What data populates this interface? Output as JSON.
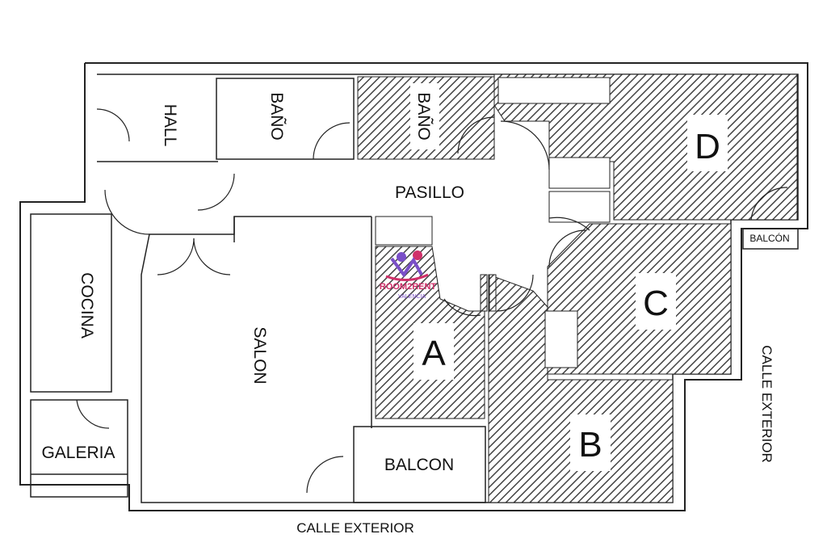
{
  "rooms": {
    "bano1": "BAÑO",
    "bano2": "BAÑO",
    "hall": "HALL",
    "pasillo": "PASILLO",
    "cocina": "COCINA",
    "salon": "SALON",
    "galeria": "GALERIA",
    "balcon": "BALCON",
    "balcon_small": "BALCÓN",
    "room_a": "A",
    "room_b": "B",
    "room_c": "C",
    "room_d": "D"
  },
  "streets": {
    "bottom": "CALLE EXTERIOR",
    "right": "CALLE EXTERIOR"
  },
  "logo": {
    "name": "ROOM2RENT",
    "city": "VALENCIA"
  },
  "colors": {
    "line": "#222222",
    "hatch": "#444444",
    "logo": "#d0306a",
    "logo2": "#7a4fc8"
  }
}
